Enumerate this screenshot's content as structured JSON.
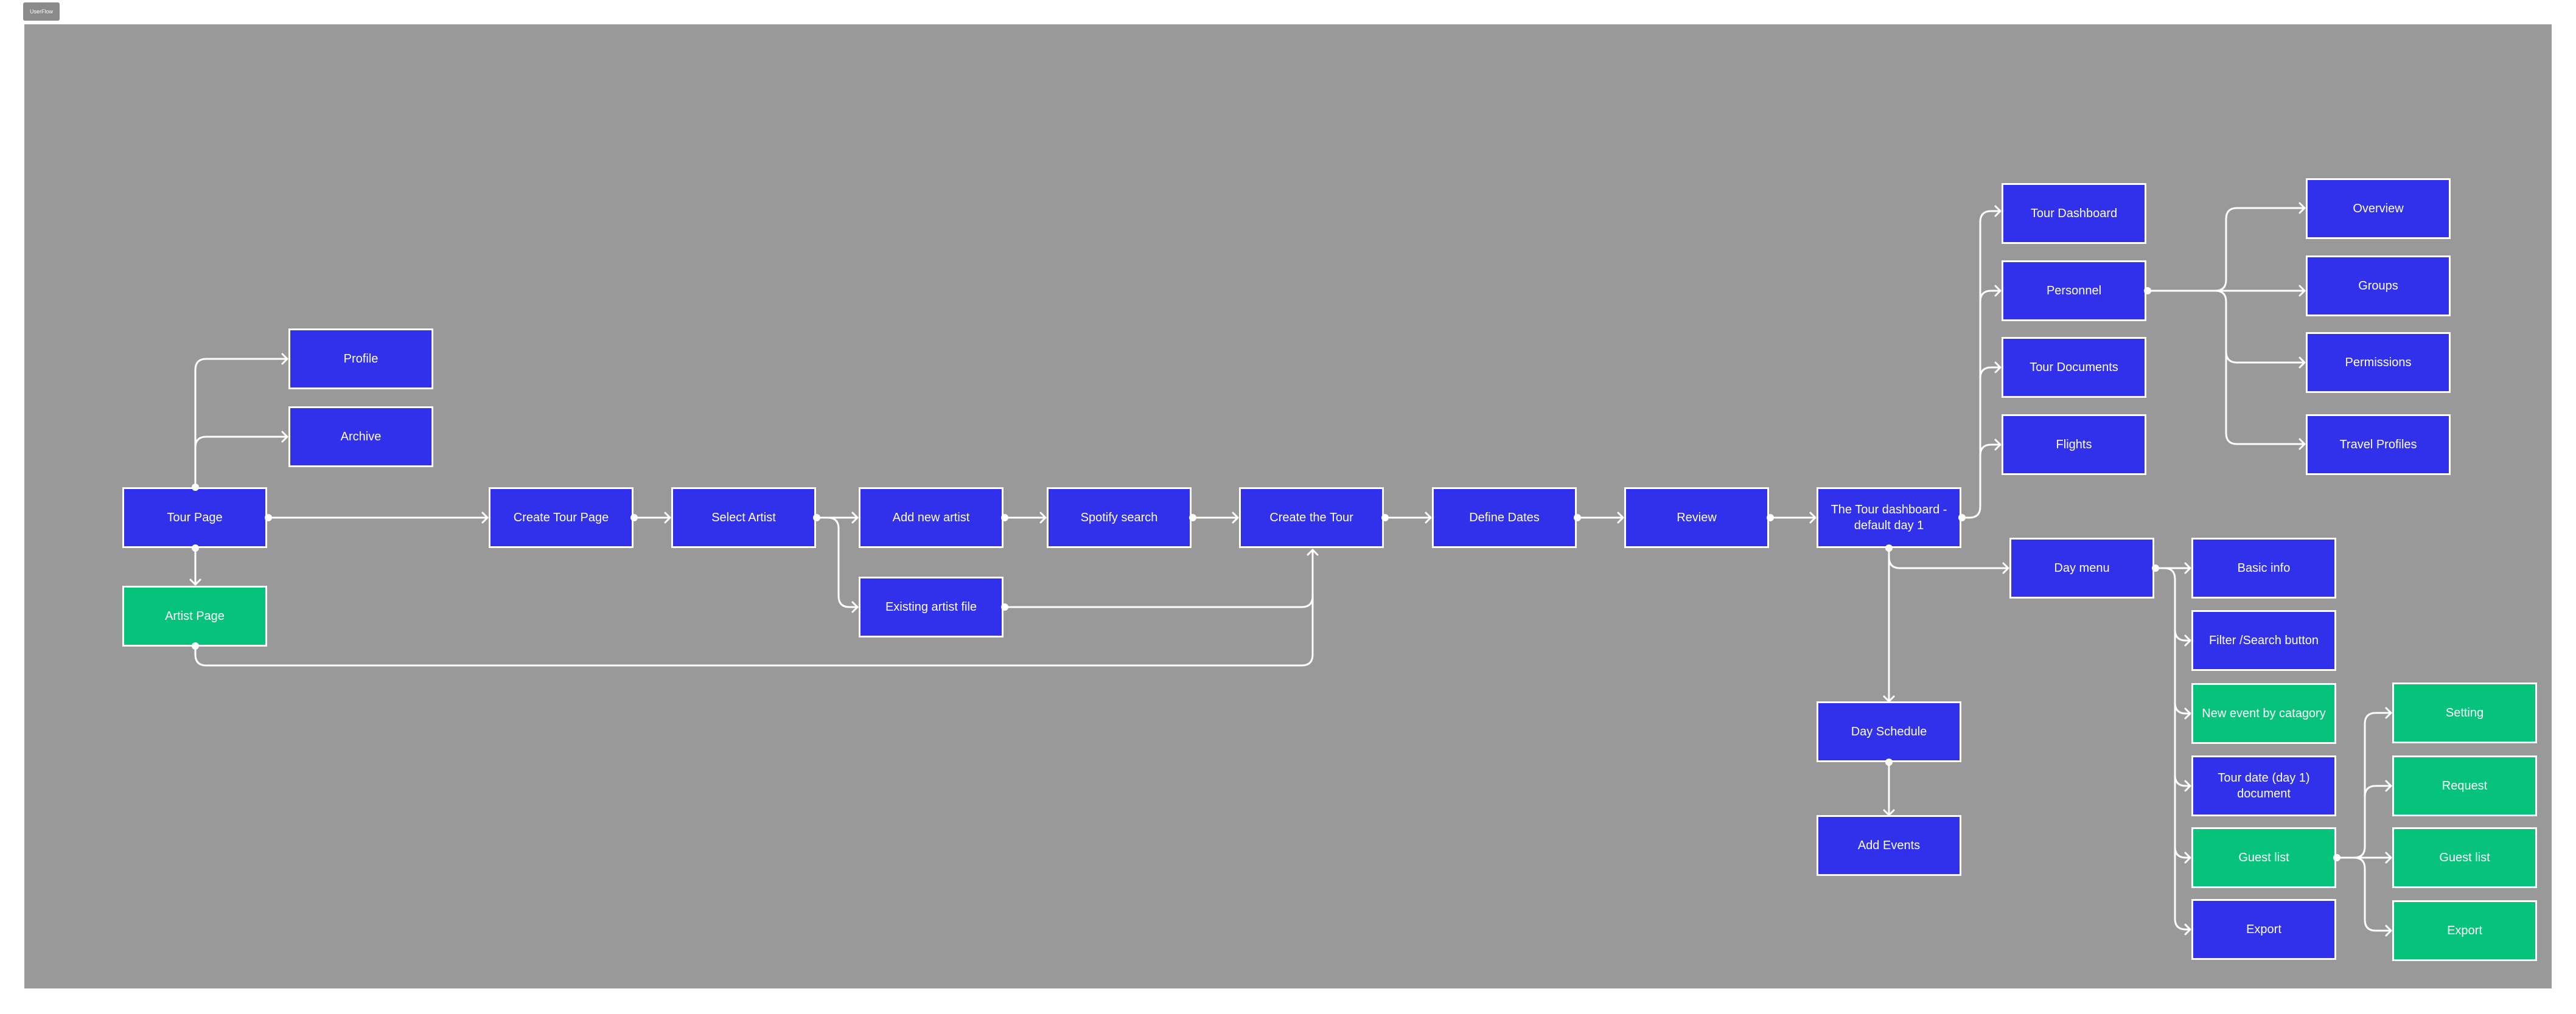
{
  "frame": {
    "label": "UserFlow"
  },
  "colors": {
    "canvas": "#999999",
    "frame_label_bg": "#8a8a8a",
    "screen_node": "#3131ec",
    "highlight_node": "#06c27a",
    "connector": "#ffffff"
  },
  "nodes": {
    "tour_page": "Tour Page",
    "profile": "Profile",
    "archive": "Archive",
    "artist_page": "Artist Page",
    "create_tour_page": "Create Tour Page",
    "select_artist": "Select Artist",
    "add_new_artist": "Add new artist",
    "existing_artist_file": "Existing artist file",
    "spotify_search": "Spotify search",
    "create_the_tour": "Create the Tour",
    "define_dates": "Define Dates",
    "review": "Review",
    "tour_dashboard_default": "The Tour dashboard - default day 1",
    "tour_dashboard": "Tour Dashboard",
    "personnel": "Personnel",
    "tour_documents": "Tour Documents",
    "flights": "Flights",
    "overview": "Overview",
    "groups": "Groups",
    "permissions": "Permissions",
    "travel_profiles": "Travel Profiles",
    "day_menu": "Day menu",
    "basic_info": "Basic info",
    "filter_search_button": "Filter /Search button",
    "new_event_by_category": "New event by catagory",
    "tour_date_document": "Tour date (day 1) document",
    "guest_list": "Guest list",
    "export": "Export",
    "setting": "Setting",
    "request": "Request",
    "guest_list_sub": "Guest list",
    "export_sub": "Export",
    "day_schedule": "Day Schedule",
    "add_events": "Add Events"
  },
  "node_types": {
    "artist_page": "highlight",
    "new_event_by_category": "highlight",
    "guest_list": "highlight",
    "setting": "highlight",
    "request": "highlight",
    "guest_list_sub": "highlight",
    "export_sub": "highlight"
  }
}
